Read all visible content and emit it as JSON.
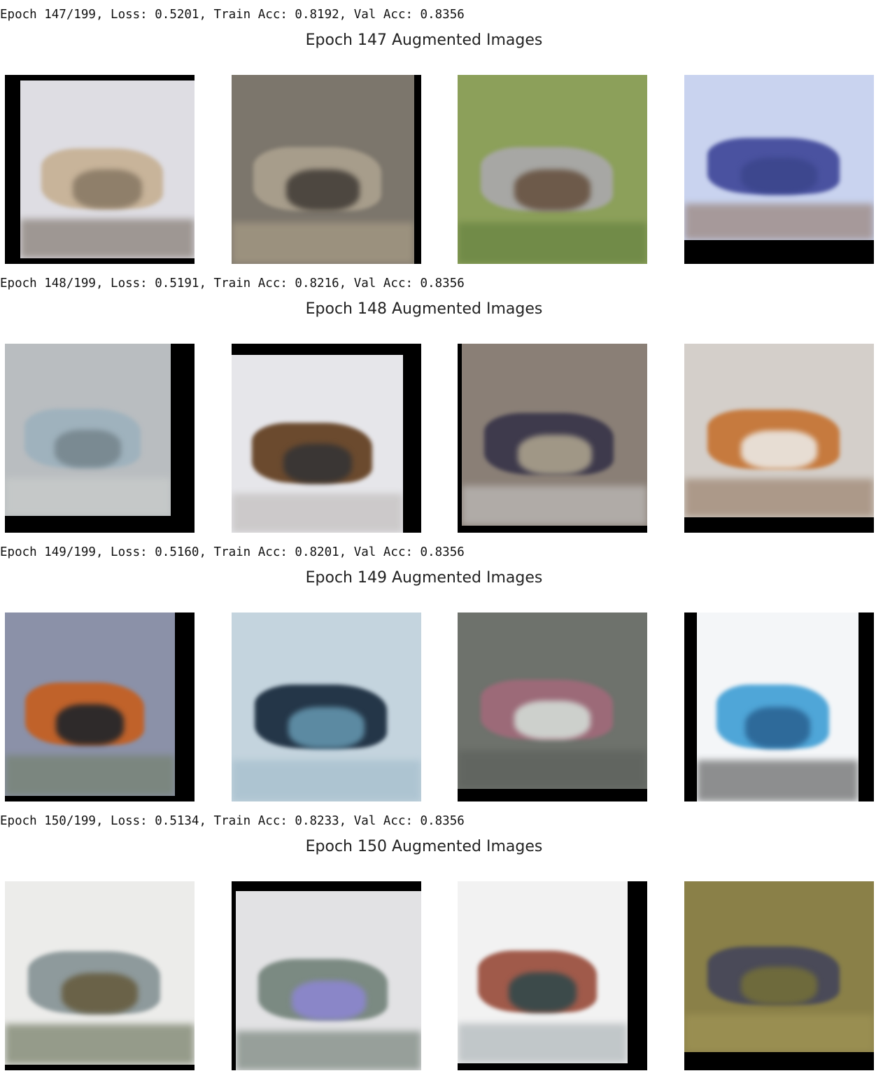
{
  "blocks": [
    {
      "log": "Epoch 147/199, Loss: 0.5201, Train Acc: 0.8192, Val Acc: 0.8356",
      "title": "Epoch 147 Augmented Images",
      "images": [
        {
          "name": "boat-people-image",
          "bg": "#dedde3",
          "c1": "#c8b49a",
          "c2": "#8f7f6a",
          "c3": "#6b5f52"
        },
        {
          "name": "frog-image",
          "bg": "#7c766c",
          "c1": "#a79d8b",
          "c2": "#4d4740",
          "c3": "#b6a88d"
        },
        {
          "name": "bird-image",
          "bg": "#8ca05a",
          "c1": "#a7a7a4",
          "c2": "#6d5a4a",
          "c3": "#5b7a3a"
        },
        {
          "name": "ship-image",
          "bg": "#c9d3ef",
          "c1": "#4a52a0",
          "c2": "#3d478e",
          "c3": "#8a6b56"
        }
      ]
    },
    {
      "log": "Epoch 148/199, Loss: 0.5191, Train Acc: 0.8216, Val Acc: 0.8356",
      "title": "Epoch 148 Augmented Images",
      "images": [
        {
          "name": "car-image",
          "bg": "#b9bdc0",
          "c1": "#9fb2bd",
          "c2": "#7a8a92",
          "c3": "#cfd2cf"
        },
        {
          "name": "truck-image",
          "bg": "#e6e6ea",
          "c1": "#6b4a2e",
          "c2": "#3a3634",
          "c3": "#b7b3b0"
        },
        {
          "name": "horse-image",
          "bg": "#8a7f76",
          "c1": "#3e3a4c",
          "c2": "#a09786",
          "c3": "#cfcfcf"
        },
        {
          "name": "deer-image",
          "bg": "#d4cfca",
          "c1": "#c67a3e",
          "c2": "#e7ddd3",
          "c3": "#8c6e55"
        }
      ]
    },
    {
      "log": "Epoch 149/199, Loss: 0.5160, Train Acc: 0.8201, Val Acc: 0.8356",
      "title": "Epoch 149 Augmented Images",
      "images": [
        {
          "name": "orange-car-image",
          "bg": "#8b91a8",
          "c1": "#c0622a",
          "c2": "#2e2a2a",
          "c3": "#6e7e5e"
        },
        {
          "name": "boat-image",
          "bg": "#c4d4de",
          "c1": "#243648",
          "c2": "#5c8aa2",
          "c3": "#9cb8c8"
        },
        {
          "name": "blurry-animal-image",
          "bg": "#6e726c",
          "c1": "#9c6a78",
          "c2": "#cdd0cc",
          "c3": "#585c58"
        },
        {
          "name": "blue-car-image",
          "bg": "#f4f6f8",
          "c1": "#4fa6d8",
          "c2": "#2e6a9a",
          "c3": "#3a3a3a"
        }
      ]
    },
    {
      "log": "Epoch 150/199, Loss: 0.5134, Train Acc: 0.8233, Val Acc: 0.8356",
      "title": "Epoch 150 Augmented Images",
      "images": [
        {
          "name": "white-horse-image",
          "bg": "#ececea",
          "c1": "#8e9a9c",
          "c2": "#6a6248",
          "c3": "#4f5a3c"
        },
        {
          "name": "rotated-scene-image",
          "bg": "#e2e2e4",
          "c1": "#7b8a82",
          "c2": "#8a86c8",
          "c3": "#5a6a5e"
        },
        {
          "name": "fire-truck-image",
          "bg": "#f2f2f2",
          "c1": "#a05a4a",
          "c2": "#3c4a4a",
          "c3": "#9aa4a8"
        },
        {
          "name": "ostrich-image",
          "bg": "#8a8048",
          "c1": "#4a4a58",
          "c2": "#6e6a3c",
          "c3": "#a69a5a"
        }
      ]
    }
  ]
}
